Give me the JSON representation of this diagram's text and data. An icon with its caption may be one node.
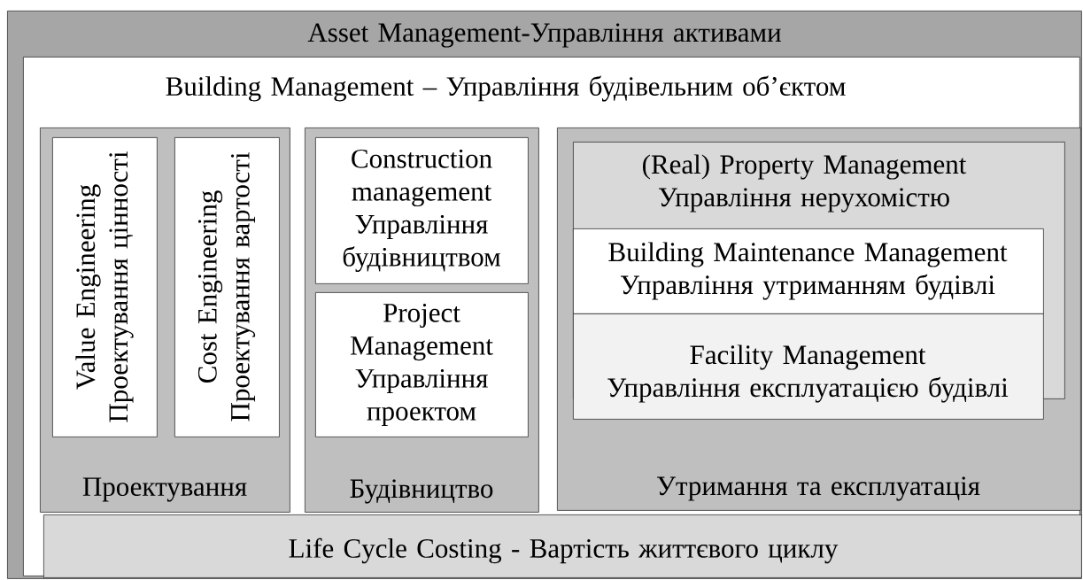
{
  "diagram": {
    "nodes": [
      {
        "text": [
          "Asset Management-Управління активами"
        ]
      },
      {
        "text": [
          "Building Management – Управління будівельним об’єктом"
        ],
        "in": 0
      },
      {
        "text": [
          "Проектування"
        ],
        "in": 1
      },
      {
        "text": [
          "Value Engineering",
          "Проектування цінності"
        ],
        "in": 2
      },
      {
        "text": [
          "Cost Engineering",
          "Проектування вартості"
        ],
        "in": 2
      },
      {
        "text": [
          "Будівництво"
        ],
        "in": 1
      },
      {
        "text": [
          "Construction management",
          "Управління будівництвом"
        ],
        "in": 5
      },
      {
        "text": [
          "Project Management",
          "Управління проектом"
        ],
        "in": 5
      },
      {
        "text": [
          "Утримання та експлуатація"
        ],
        "in": 1
      },
      {
        "text": [
          "(Real) Property Management",
          "Управління нерухомістю"
        ],
        "in": 8
      },
      {
        "text": [
          "Building Maintenance Management",
          "Управління утриманням будівлі"
        ],
        "in": 9
      },
      {
        "text": [
          "Facility Management",
          "Управління експлуатацією будівлі"
        ],
        "in": 8
      },
      {
        "text": [
          "Life Cycle Costing - Вартість життєвого циклу"
        ],
        "in": 1
      }
    ]
  }
}
